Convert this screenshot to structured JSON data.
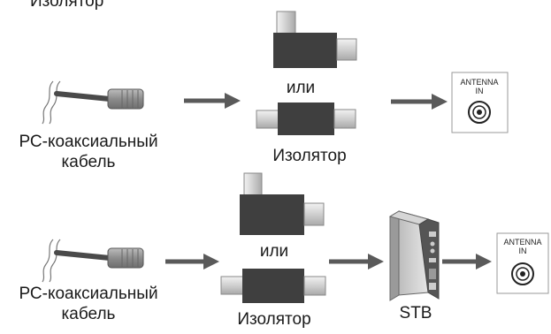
{
  "top_caption": "Изолятор",
  "row1": {
    "cable_label_line1": "РС-коаксиальный",
    "cable_label_line2": "кабель",
    "or_text": "или",
    "isolator_label": "Изолятор",
    "antenna_line1": "ANTENNA",
    "antenna_line2": "IN"
  },
  "row2": {
    "cable_label_line1": "РС-коаксиальный",
    "cable_label_line2": "кабель",
    "or_text": "или",
    "isolator_label": "Изолятор",
    "stb_label": "STB",
    "antenna_line1": "ANTENNA",
    "antenna_line2": "IN"
  },
  "colors": {
    "isolator_body": "#3f3f3f",
    "arrow": "#5a5a5a",
    "cable": "#4a4a4a",
    "plug": "#9a9a9a",
    "connector": "#d8d8d8"
  }
}
